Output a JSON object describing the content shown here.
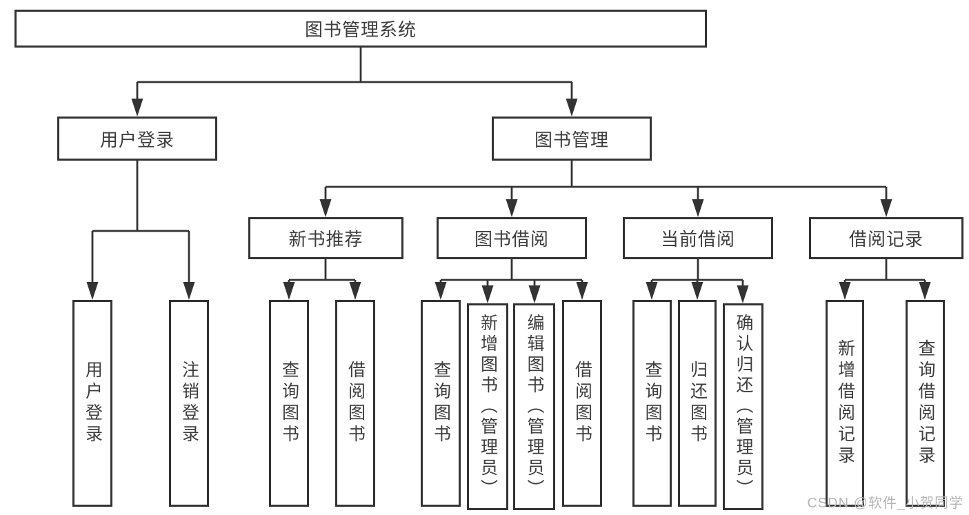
{
  "diagram": {
    "root": {
      "label": "图书管理系统",
      "children": [
        {
          "label": "用户登录",
          "children": [
            {
              "label": "用户登录"
            },
            {
              "label": "注销登录"
            }
          ]
        },
        {
          "label": "图书管理",
          "children": [
            {
              "label": "新书推荐",
              "children": [
                {
                  "label": "查询图书"
                },
                {
                  "label": "借阅图书"
                }
              ]
            },
            {
              "label": "图书借阅",
              "children": [
                {
                  "label": "查询图书"
                },
                {
                  "label": "新增图书（管理员）"
                },
                {
                  "label": "编辑图书（管理员）"
                },
                {
                  "label": "借阅图书"
                }
              ]
            },
            {
              "label": "当前借阅",
              "children": [
                {
                  "label": "查询图书"
                },
                {
                  "label": "归还图书"
                },
                {
                  "label": "确认归还（管理员）"
                }
              ]
            },
            {
              "label": "借阅记录",
              "children": [
                {
                  "label": "新增借阅记录"
                },
                {
                  "label": "查询借阅记录"
                }
              ]
            }
          ]
        }
      ]
    }
  },
  "watermark": {
    "text": "CSDN @软件_小贺同学"
  },
  "colors": {
    "line": "#333333",
    "text": "#3d3d3d",
    "box_background": "#ffffff",
    "watermark": "#b5b5b5"
  }
}
